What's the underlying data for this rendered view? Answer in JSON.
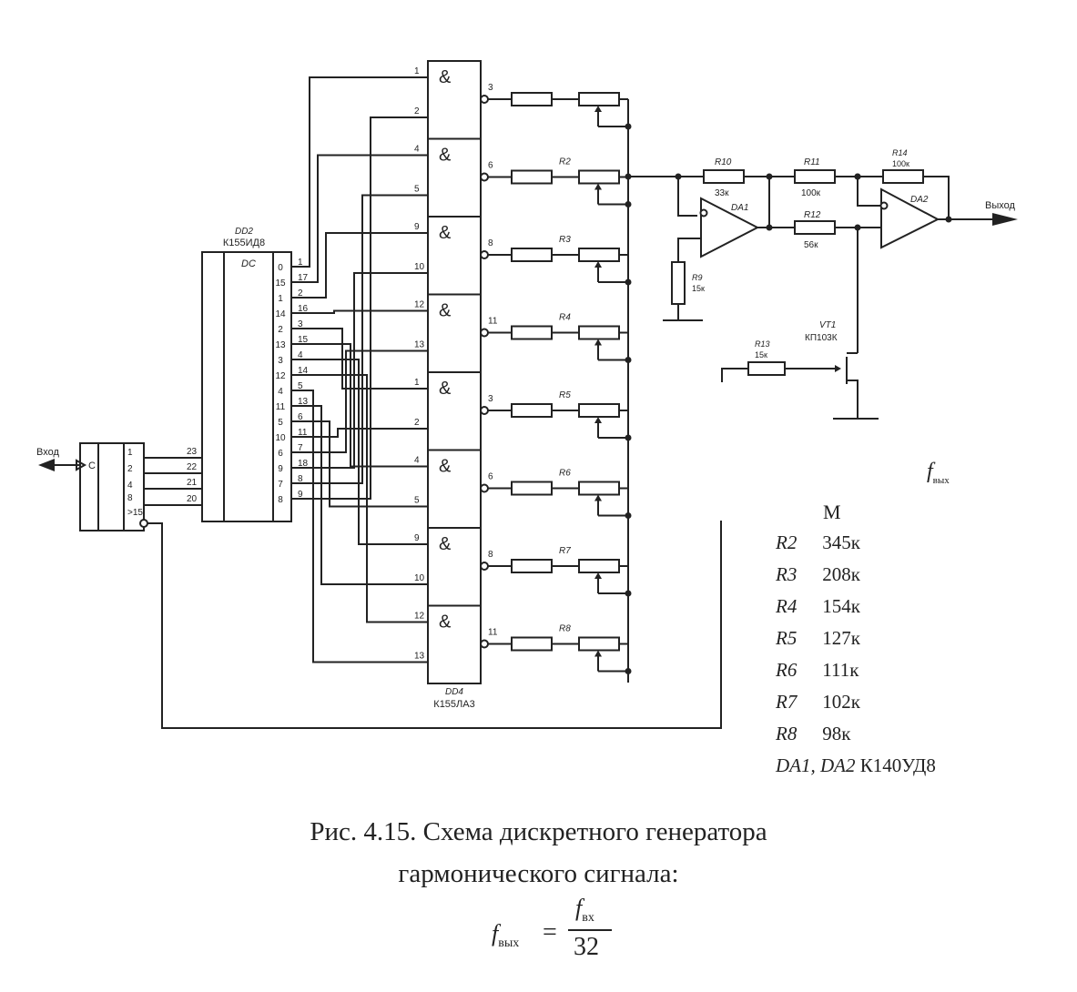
{
  "input_label": "Вход",
  "output_label": "Выход",
  "counter": {
    "clock_label": "C",
    "pins": [
      "1",
      "2",
      "4",
      "8",
      ">15"
    ]
  },
  "decoder": {
    "name": "DD2",
    "type": "К155ИД8",
    "function": "DC",
    "input_pins": [
      "23",
      "22",
      "21",
      "20"
    ],
    "outputs": [
      {
        "index": "0",
        "pin": "1"
      },
      {
        "index": "15",
        "pin": "17"
      },
      {
        "index": "1",
        "pin": "2"
      },
      {
        "index": "14",
        "pin": "16"
      },
      {
        "index": "2",
        "pin": "3"
      },
      {
        "index": "13",
        "pin": "15"
      },
      {
        "index": "3",
        "pin": "4"
      },
      {
        "index": "12",
        "pin": "14"
      },
      {
        "index": "4",
        "pin": "5"
      },
      {
        "index": "11",
        "pin": "13"
      },
      {
        "index": "5",
        "pin": "6"
      },
      {
        "index": "10",
        "pin": "11"
      },
      {
        "index": "6",
        "pin": "7"
      },
      {
        "index": "9",
        "pin": "18"
      },
      {
        "index": "7",
        "pin": "8"
      },
      {
        "index": "8",
        "pin": "9"
      }
    ]
  },
  "nand_array": {
    "name": "DD4",
    "type": "К155ЛА3",
    "symbol": "&",
    "gates": [
      {
        "in1": "1",
        "in2": "2",
        "out": "3"
      },
      {
        "in1": "4",
        "in2": "5",
        "out": "6"
      },
      {
        "in1": "9",
        "in2": "10",
        "out": "8"
      },
      {
        "in1": "12",
        "in2": "13",
        "out": "11"
      },
      {
        "in1": "1",
        "in2": "2",
        "out": "3"
      },
      {
        "in1": "4",
        "in2": "5",
        "out": "6"
      },
      {
        "in1": "9",
        "in2": "10",
        "out": "8"
      },
      {
        "in1": "12",
        "in2": "13",
        "out": "11"
      }
    ]
  },
  "ladder_labels": [
    "",
    "R2",
    "R3",
    "R4",
    "R5",
    "R6",
    "R7",
    "R8"
  ],
  "resistors": {
    "R9": {
      "name": "R9",
      "value": "15к"
    },
    "R10": {
      "name": "R10",
      "value": "33к"
    },
    "R11": {
      "name": "R11",
      "value": "100к"
    },
    "R12": {
      "name": "R12",
      "value": "56к"
    },
    "R13": {
      "name": "R13",
      "value": "15к"
    },
    "R14": {
      "name": "R14",
      "value": "100к"
    }
  },
  "opamps": {
    "da1": "DA1",
    "da2": "DA2"
  },
  "transistor": {
    "name": "VT1",
    "type": "КП103К"
  },
  "side_formula": {
    "symbol": "f",
    "subscript": "вых"
  },
  "table": {
    "header": "М",
    "rows": [
      {
        "ref": "R2",
        "value": "345к"
      },
      {
        "ref": "R3",
        "value": "208к"
      },
      {
        "ref": "R4",
        "value": "154к"
      },
      {
        "ref": "R5",
        "value": "127к"
      },
      {
        "ref": "R6",
        "value": "111к"
      },
      {
        "ref": "R7",
        "value": "102к"
      },
      {
        "ref": "R8",
        "value": "98к"
      },
      {
        "ref": "DA1, DA2",
        "value": "К140УД8"
      }
    ]
  },
  "caption": {
    "line1": "Рис. 4.15. Схема дискретного генератора",
    "line2": "гармонического сигнала:"
  },
  "formula": {
    "lhs": "f",
    "lhs_sub": "вых",
    "equals": "=",
    "numerator": "f",
    "numerator_sub": "вх",
    "denominator": "32"
  }
}
